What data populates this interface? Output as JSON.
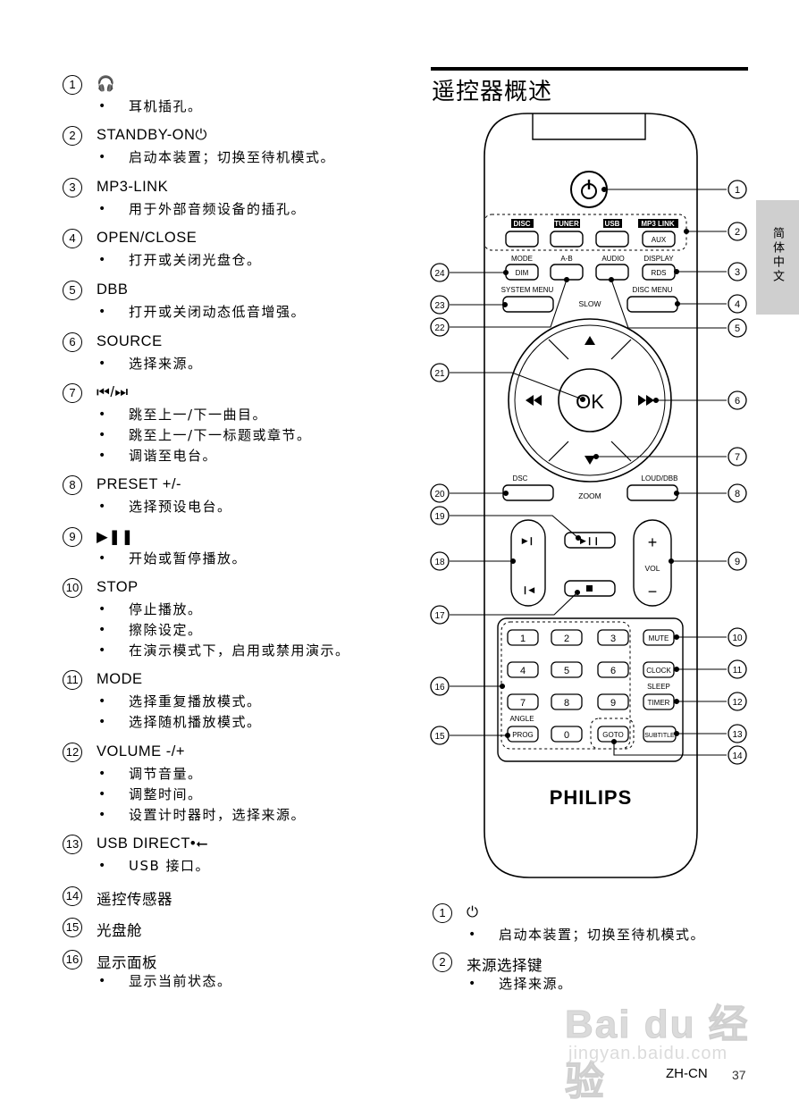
{
  "section": {
    "title": "遥控器概述",
    "side_tab": "简体中文"
  },
  "left_items": [
    {
      "num": "1",
      "title": "🎧",
      "bullets": [
        "耳机插孔。"
      ]
    },
    {
      "num": "2",
      "title": "STANDBY-ON⏻",
      "bullets": [
        "启动本装置；切换至待机模式。"
      ]
    },
    {
      "num": "3",
      "title": "MP3-LINK",
      "bullets": [
        "用于外部音频设备的插孔。"
      ]
    },
    {
      "num": "4",
      "title": "OPEN/CLOSE",
      "bullets": [
        "打开或关闭光盘仓。"
      ]
    },
    {
      "num": "5",
      "title": "DBB",
      "bullets": [
        "打开或关闭动态低音增强。"
      ]
    },
    {
      "num": "6",
      "title": "SOURCE",
      "bullets": [
        "选择来源。"
      ]
    },
    {
      "num": "7",
      "title": "⏮/⏭",
      "bullets": [
        "跳至上一/下一曲目。",
        "跳至上一/下一标题或章节。",
        "调谐至电台。"
      ]
    },
    {
      "num": "8",
      "title": "PRESET +/-",
      "bullets": [
        "选择预设电台。"
      ]
    },
    {
      "num": "9",
      "title": "▶❚❚",
      "bullets": [
        "开始或暂停播放。"
      ]
    },
    {
      "num": "10",
      "title": "STOP",
      "bullets": [
        "停止播放。",
        "擦除设定。",
        "在演示模式下，启用或禁用演示。"
      ]
    },
    {
      "num": "11",
      "title": "MODE",
      "bullets": [
        "选择重复播放模式。",
        "选择随机播放模式。"
      ]
    },
    {
      "num": "12",
      "title": "VOLUME -/+",
      "bullets": [
        "调节音量。",
        "调整时间。",
        "设置计时器时，选择来源。"
      ]
    },
    {
      "num": "13",
      "title": "USB DIRECT•⭠",
      "bullets": [
        "USB 接口。"
      ]
    },
    {
      "num": "14",
      "title": "遥控传感器",
      "bullets": []
    },
    {
      "num": "15",
      "title": "光盘舱",
      "bullets": []
    },
    {
      "num": "16",
      "title": "显示面板",
      "bullets": [
        "显示当前状态。"
      ]
    }
  ],
  "right_items": [
    {
      "num": "1",
      "title": "⏻",
      "bullets": [
        "启动本装置；切换至待机模式。"
      ]
    },
    {
      "num": "2",
      "title": "来源选择键",
      "bullets": [
        "选择来源。"
      ]
    }
  ],
  "remote": {
    "brand": "PHILIPS",
    "source_labels": [
      "DISC",
      "TUNER",
      "USB",
      "MP3 LINK"
    ],
    "aux": "AUX",
    "row_labels": [
      "MODE",
      "A-B",
      "AUDIO",
      "DISPLAY"
    ],
    "dim": "DIM",
    "rds": "RDS",
    "system_menu": "SYSTEM MENU",
    "slow": "SLOW",
    "disc_menu": "DISC MENU",
    "ok": "OK",
    "dsc": "DSC",
    "zoom": "ZOOM",
    "loud_dbb": "LOUD/DBB",
    "vol": "VOL",
    "vol_plus": "+",
    "vol_minus": "−",
    "digits": [
      "1",
      "2",
      "3",
      "4",
      "5",
      "6",
      "7",
      "8",
      "9",
      "0"
    ],
    "mute": "MUTE",
    "clock": "CLOCK",
    "sleep": "SLEEP",
    "timer": "TIMER",
    "angle": "ANGLE",
    "prog": "PROG",
    "goto": "GOTO",
    "subtitle": "SUBTITLE",
    "callouts": [
      "1",
      "2",
      "3",
      "4",
      "5",
      "6",
      "7",
      "8",
      "9",
      "10",
      "11",
      "12",
      "13",
      "14",
      "15",
      "16",
      "17",
      "18",
      "19",
      "20",
      "21",
      "22",
      "23",
      "24"
    ]
  },
  "footer": {
    "lang": "ZH-CN",
    "page": "37"
  },
  "watermark": {
    "brand": "Bai du 经验",
    "url": "jingyan.baidu.com"
  }
}
